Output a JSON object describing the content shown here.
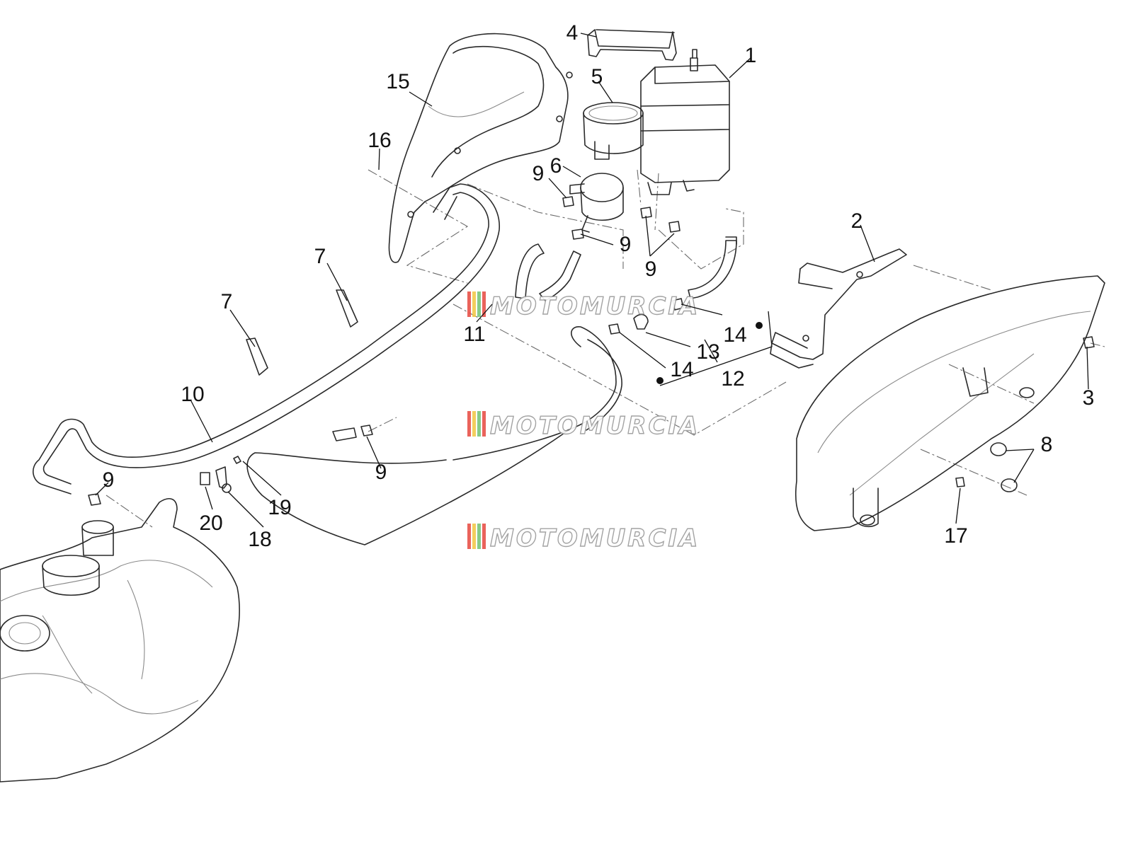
{
  "diagram": {
    "parts": [
      {
        "id": "part-1",
        "label": "1"
      },
      {
        "id": "part-2",
        "label": "2"
      },
      {
        "id": "part-3",
        "label": "3"
      },
      {
        "id": "part-4",
        "label": "4"
      },
      {
        "id": "part-5",
        "label": "5"
      },
      {
        "id": "part-6",
        "label": "6"
      },
      {
        "id": "part-7a",
        "label": "7"
      },
      {
        "id": "part-7b",
        "label": "7"
      },
      {
        "id": "part-8",
        "label": "8"
      },
      {
        "id": "part-9a",
        "label": "9"
      },
      {
        "id": "part-9b",
        "label": "9"
      },
      {
        "id": "part-9c",
        "label": "9"
      },
      {
        "id": "part-9d",
        "label": "9"
      },
      {
        "id": "part-9e",
        "label": "9"
      },
      {
        "id": "part-10",
        "label": "10"
      },
      {
        "id": "part-11",
        "label": "11"
      },
      {
        "id": "part-12",
        "label": "12"
      },
      {
        "id": "part-13",
        "label": "13"
      },
      {
        "id": "part-14a",
        "label": "14"
      },
      {
        "id": "part-14b",
        "label": "14"
      },
      {
        "id": "part-15",
        "label": "15"
      },
      {
        "id": "part-16",
        "label": "16"
      },
      {
        "id": "part-17",
        "label": "17"
      },
      {
        "id": "part-18",
        "label": "18"
      },
      {
        "id": "part-19",
        "label": "19"
      },
      {
        "id": "part-20",
        "label": "20"
      }
    ]
  },
  "watermark": {
    "text": "MOTOMURCIA",
    "stripe_colors": [
      "#e8534a",
      "#f2c94c",
      "#7bc67b",
      "#e8534a"
    ]
  },
  "colors": {
    "line": "#2a2a2a",
    "guide": "#6a6a6a",
    "background": "#ffffff"
  }
}
